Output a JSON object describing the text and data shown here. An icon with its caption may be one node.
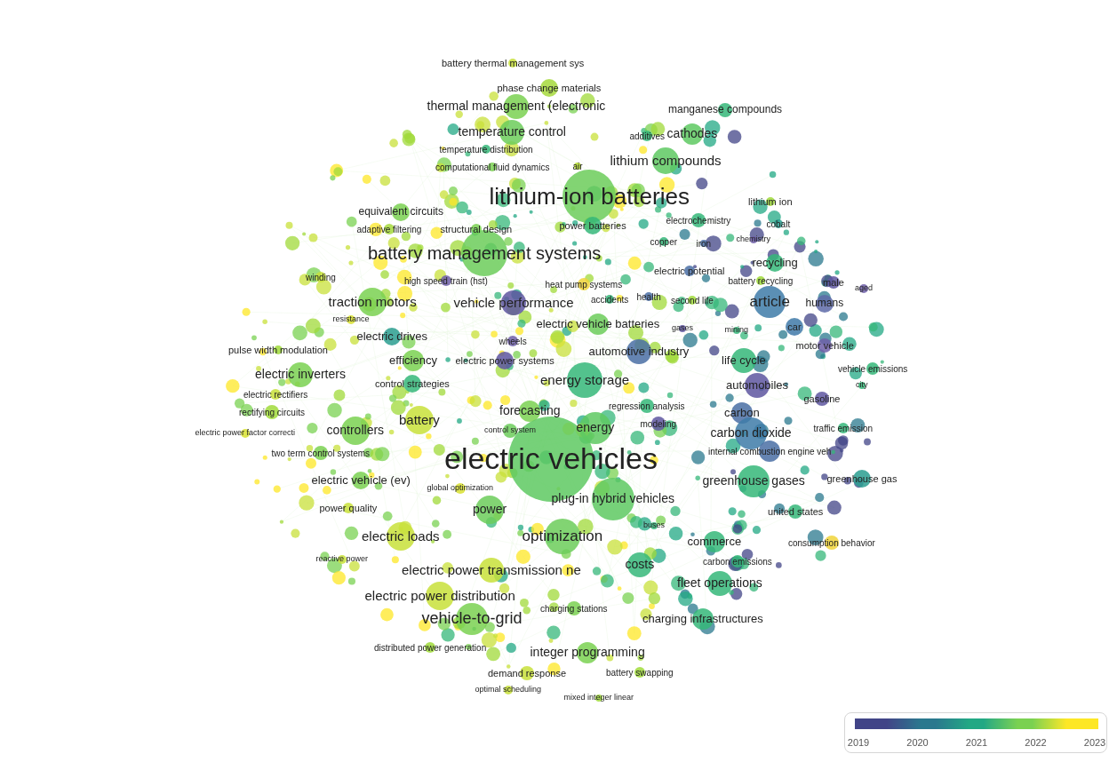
{
  "diagram": {
    "nodes": [
      {
        "text": [
          "battery thermal management sys"
        ]
      },
      {
        "text": [
          "phase change materials"
        ]
      },
      {
        "text": [
          "thermal management (electronic"
        ]
      },
      {
        "text": [
          "temperature control"
        ]
      },
      {
        "text": [
          "temperature distribution"
        ]
      },
      {
        "text": [
          "computational fluid dynamics"
        ]
      },
      {
        "text": [
          "air"
        ]
      },
      {
        "text": [
          "additives"
        ]
      },
      {
        "text": [
          "manganese compounds"
        ]
      },
      {
        "text": [
          "cathodes"
        ]
      },
      {
        "text": [
          "lithium compounds"
        ]
      },
      {
        "text": [
          "lithium-ion batteries"
        ]
      },
      {
        "text": [
          "lithium ion"
        ]
      },
      {
        "text": [
          "electrochemistry"
        ]
      },
      {
        "text": [
          "cobalt"
        ]
      },
      {
        "text": [
          "chemistry"
        ]
      },
      {
        "text": [
          "copper"
        ]
      },
      {
        "text": [
          "iron"
        ]
      },
      {
        "text": [
          "power batteries"
        ]
      },
      {
        "text": [
          "structural design"
        ]
      },
      {
        "text": [
          "adaptive filtering"
        ]
      },
      {
        "text": [
          "equivalent circuits"
        ]
      },
      {
        "text": [
          "battery management systems"
        ]
      },
      {
        "text": [
          "recycling"
        ]
      },
      {
        "text": [
          "electric potential"
        ]
      },
      {
        "text": [
          "battery recycling"
        ]
      },
      {
        "text": [
          "male"
        ]
      },
      {
        "text": [
          "aged"
        ]
      },
      {
        "text": [
          "article"
        ]
      },
      {
        "text": [
          "humans"
        ]
      },
      {
        "text": [
          "car"
        ]
      },
      {
        "text": [
          "mining"
        ]
      },
      {
        "text": [
          "gases"
        ]
      },
      {
        "text": [
          "second life"
        ]
      },
      {
        "text": [
          "health"
        ]
      },
      {
        "text": [
          "accidents"
        ]
      },
      {
        "text": [
          "heat pump systems"
        ]
      },
      {
        "text": [
          "high speed train (hst)"
        ]
      },
      {
        "text": [
          "winding"
        ]
      },
      {
        "text": [
          "traction motors"
        ]
      },
      {
        "text": [
          "vehicle performance"
        ]
      },
      {
        "text": [
          "resistance"
        ]
      },
      {
        "text": [
          "electric vehicle batteries"
        ]
      },
      {
        "text": [
          "electric drives"
        ]
      },
      {
        "text": [
          "wheels"
        ]
      },
      {
        "text": [
          "pulse width modulation"
        ]
      },
      {
        "text": [
          "efficiency"
        ]
      },
      {
        "text": [
          "electric power systems"
        ]
      },
      {
        "text": [
          "automotive industry"
        ]
      },
      {
        "text": [
          "motor vehicle"
        ]
      },
      {
        "text": [
          "vehicle emissions"
        ]
      },
      {
        "text": [
          "life cycle"
        ]
      },
      {
        "text": [
          "electric inverters"
        ]
      },
      {
        "text": [
          "control strategies"
        ]
      },
      {
        "text": [
          "energy storage"
        ]
      },
      {
        "text": [
          "automobiles"
        ]
      },
      {
        "text": [
          "city"
        ]
      },
      {
        "text": [
          "electric rectifiers"
        ]
      },
      {
        "text": [
          "rectifying circuits"
        ]
      },
      {
        "text": [
          "forecasting"
        ]
      },
      {
        "text": [
          "regression analysis"
        ]
      },
      {
        "text": [
          "gasoline"
        ]
      },
      {
        "text": [
          "battery"
        ]
      },
      {
        "text": [
          "carbon"
        ]
      },
      {
        "text": [
          "energy"
        ]
      },
      {
        "text": [
          "modeling"
        ]
      },
      {
        "text": [
          "traffic emission"
        ]
      },
      {
        "text": [
          "controllers"
        ]
      },
      {
        "text": [
          "control system"
        ]
      },
      {
        "text": [
          "electric power factor correcti"
        ]
      },
      {
        "text": [
          "carbon dioxide"
        ]
      },
      {
        "text": [
          "internal combustion engine veh"
        ]
      },
      {
        "text": [
          "two term control systems"
        ]
      },
      {
        "text": [
          "electric vehicles"
        ]
      },
      {
        "text": [
          "greenhouse gases"
        ]
      },
      {
        "text": [
          "greenhouse gas"
        ]
      },
      {
        "text": [
          "electric vehicle (ev)"
        ]
      },
      {
        "text": [
          "global optimization"
        ]
      },
      {
        "text": [
          "plug-in hybrid vehicles"
        ]
      },
      {
        "text": [
          "power"
        ]
      },
      {
        "text": [
          "power quality"
        ]
      },
      {
        "text": [
          "united states"
        ]
      },
      {
        "text": [
          "optimization"
        ]
      },
      {
        "text": [
          "electric loads"
        ]
      },
      {
        "text": [
          "buses"
        ]
      },
      {
        "text": [
          "commerce"
        ]
      },
      {
        "text": [
          "consumption behavior"
        ]
      },
      {
        "text": [
          "reactive power"
        ]
      },
      {
        "text": [
          "electric power transmission ne"
        ]
      },
      {
        "text": [
          "costs"
        ]
      },
      {
        "text": [
          "carbon emissions"
        ]
      },
      {
        "text": [
          "electric power distribution"
        ]
      },
      {
        "text": [
          "fleet operations"
        ]
      },
      {
        "text": [
          "charging stations"
        ]
      },
      {
        "text": [
          "vehicle-to-grid"
        ]
      },
      {
        "text": [
          "charging infrastructures"
        ]
      },
      {
        "text": [
          "distributed power generation"
        ]
      },
      {
        "text": [
          "integer programming"
        ]
      },
      {
        "text": [
          "demand response"
        ]
      },
      {
        "text": [
          "battery swapping"
        ]
      },
      {
        "text": [
          "optimal scheduling"
        ]
      },
      {
        "text": [
          "mixed integer linear"
        ]
      }
    ],
    "legend": [
      {
        "text": "2019",
        "color": "#414487"
      },
      {
        "text": "2020",
        "color": "#2a788e"
      },
      {
        "text": "2021",
        "color": "#22a884"
      },
      {
        "text": "2022",
        "color": "#7ad151"
      },
      {
        "text": "2023",
        "color": "#fde725"
      }
    ]
  }
}
